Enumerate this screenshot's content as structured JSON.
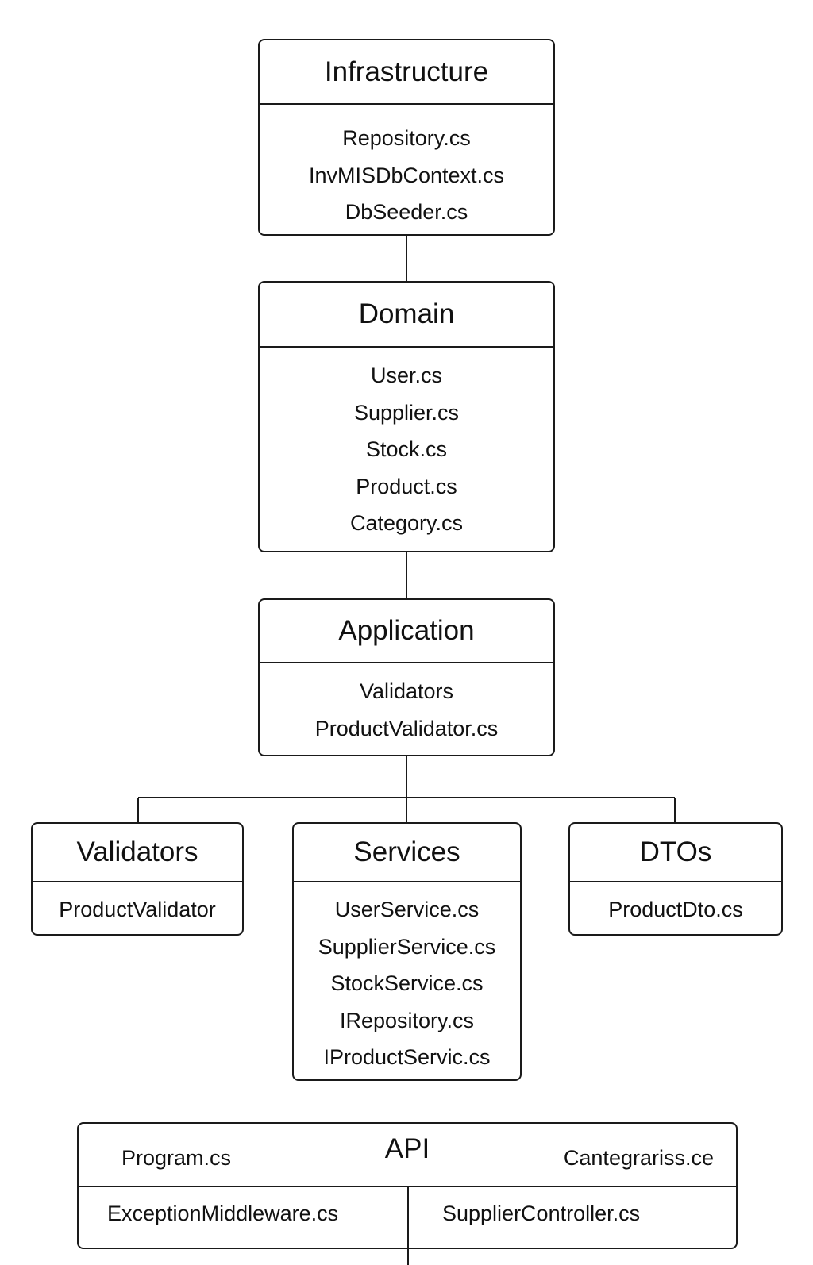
{
  "infrastructure": {
    "title": "Infrastructure",
    "items": [
      "Repository.cs",
      "InvMISDbContext.cs",
      "DbSeeder.cs"
    ]
  },
  "domain": {
    "title": "Domain",
    "items": [
      "User.cs",
      "Supplier.cs",
      "Stock.cs",
      "Product.cs",
      "Category.cs"
    ]
  },
  "application": {
    "title": "Application",
    "items": [
      "Validators",
      "ProductValidator.cs"
    ]
  },
  "validators": {
    "title": "Validators",
    "items": [
      "ProductValidator"
    ]
  },
  "services": {
    "title": "Services",
    "items": [
      "UserService.cs",
      "SupplierService.cs",
      "StockService.cs",
      "IRepository.cs",
      "IProductServic.cs"
    ]
  },
  "dtos": {
    "title": "DTOs",
    "items": [
      "ProductDto.cs"
    ]
  },
  "api": {
    "title": "API",
    "left_file": "Program.cs",
    "right_file": "Cantegrariss.ce",
    "left_column_items": [
      "ExceptionMiddleware.cs"
    ],
    "right_column_items": [
      "SupplierController.cs"
    ]
  }
}
